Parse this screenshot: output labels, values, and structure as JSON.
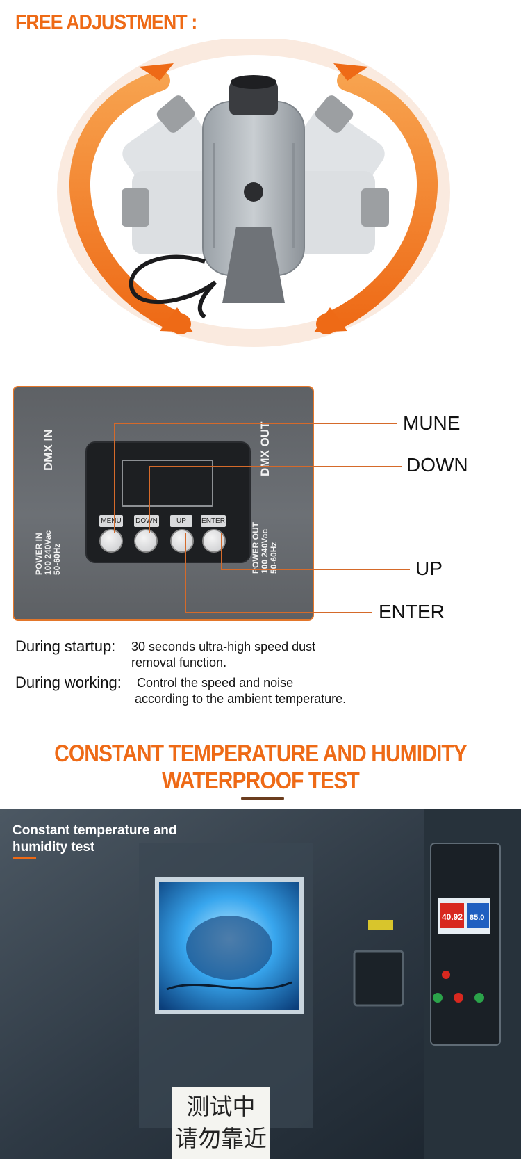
{
  "section1": {
    "title": "FREE ADJUSTMENT :"
  },
  "panel": {
    "dmx_in": "DMX IN",
    "dmx_out": "DMX OUT",
    "power_in": {
      "line1": "POWER IN",
      "line2": "100 240Vac",
      "line3": "50-60Hz"
    },
    "power_out": {
      "line1": "POWER OUT",
      "line2": "100 240Vac",
      "line3": "50-60Hz"
    },
    "buttons": [
      {
        "label": "MENU"
      },
      {
        "label": "DOWN"
      },
      {
        "label": "UP"
      },
      {
        "label": "ENTER"
      }
    ]
  },
  "callouts": {
    "mune": "MUNE",
    "down": "DOWN",
    "up": "UP",
    "enter": "ENTER"
  },
  "descriptions": {
    "startup_key": "During startup:",
    "startup_line1": "30 seconds ultra-high speed dust",
    "startup_line2": "removal function.",
    "working_key": "During working:",
    "working_line1": "Control the speed and noise",
    "working_line2": "according to the ambient temperature."
  },
  "section3": {
    "title_line1": "CONSTANT TEMPERATURE AND HUMIDITY",
    "title_line2": "WATERPROOF TEST",
    "caption_line1": "Constant temperature and",
    "caption_line2": "humidity  test",
    "sign_line1": "测试中",
    "sign_line2": "请勿靠近",
    "display_value_left": "40.92",
    "display_value_right": "85.0"
  },
  "colors": {
    "accent": "#ee6a16",
    "line": "#d56a2a"
  }
}
